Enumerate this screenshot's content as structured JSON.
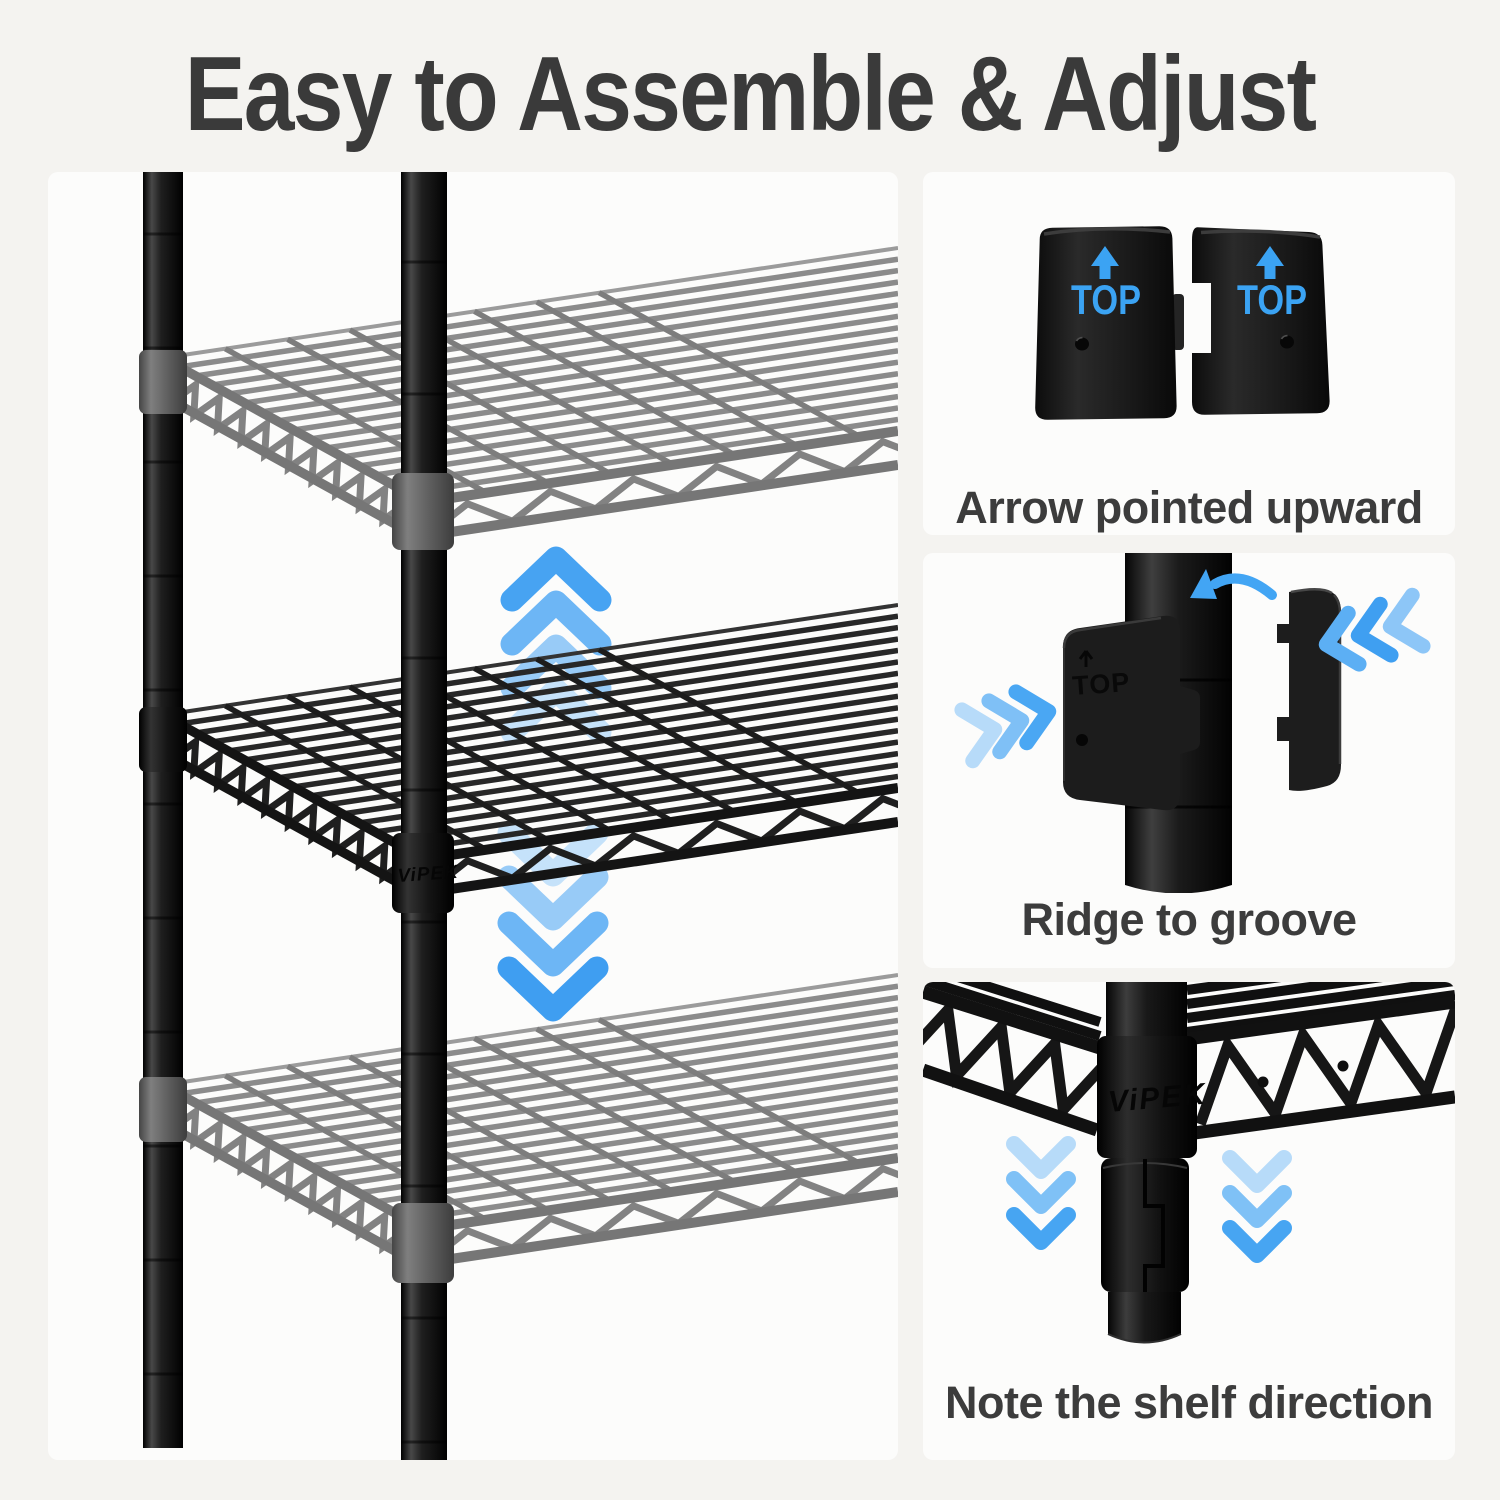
{
  "title": "Easy to Assemble & Adjust",
  "colors": {
    "page_bg": "#f4f3f0",
    "panel_bg": "#fcfcfb",
    "title_text": "#3a3a3a",
    "caption_text": "#3c3c3c",
    "accent_blue": "#42a5f5",
    "pole_black": "#1a1a1a",
    "shelf_gray": "#8a8a8a"
  },
  "main_figure": {
    "up_arrows": 4,
    "down_arrows": 4,
    "collar_label": "ViPEK"
  },
  "panels": [
    {
      "caption": "Arrow pointed upward",
      "sleeve_label": "TOP"
    },
    {
      "caption": "Ridge to groove",
      "engraved_label": "TOP"
    },
    {
      "caption": "Note the shelf direction",
      "collar_label": "ViPEK"
    }
  ]
}
